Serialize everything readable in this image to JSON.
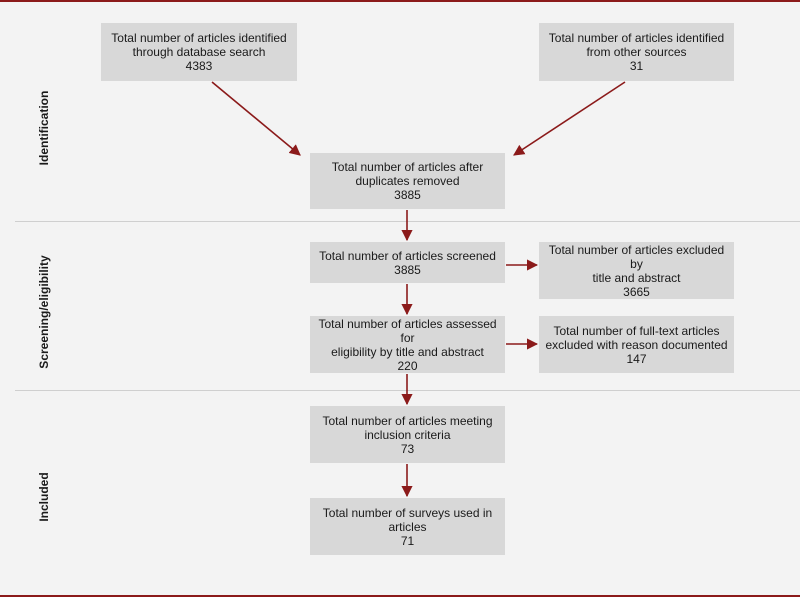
{
  "sections": {
    "identification": "Identification",
    "screening": "Screening/eligibility",
    "included": "Included"
  },
  "boxes": {
    "database_search": {
      "line1": "Total number of articles identified",
      "line2": "through database search",
      "count": "4383"
    },
    "other_sources": {
      "line1": "Total number of articles identified",
      "line2": "from other sources",
      "count": "31"
    },
    "after_duplicates": {
      "line1": "Total number of articles after",
      "line2": "duplicates removed",
      "count": "3885"
    },
    "screened": {
      "line1": "Total number of articles screened",
      "count": "3885"
    },
    "excluded_title_abstract": {
      "line1": "Total number of articles excluded by",
      "line2": "title and abstract",
      "count": "3665"
    },
    "assessed_eligibility": {
      "line1": "Total number of articles assessed for",
      "line2": "eligibility by title and abstract",
      "count": "220"
    },
    "excluded_fulltext": {
      "line1": "Total number of full-text articles",
      "line2": "excluded with reason documented",
      "count": "147"
    },
    "meeting_criteria": {
      "line1": "Total number of articles meeting",
      "line2": "inclusion criteria",
      "count": "73"
    },
    "surveys_used": {
      "line1": "Total number of surveys used in",
      "line2": "articles",
      "count": "71"
    }
  },
  "colors": {
    "arrow": "#8b1a1a",
    "box": "#d8d8d8",
    "background": "#f3f3f3"
  }
}
